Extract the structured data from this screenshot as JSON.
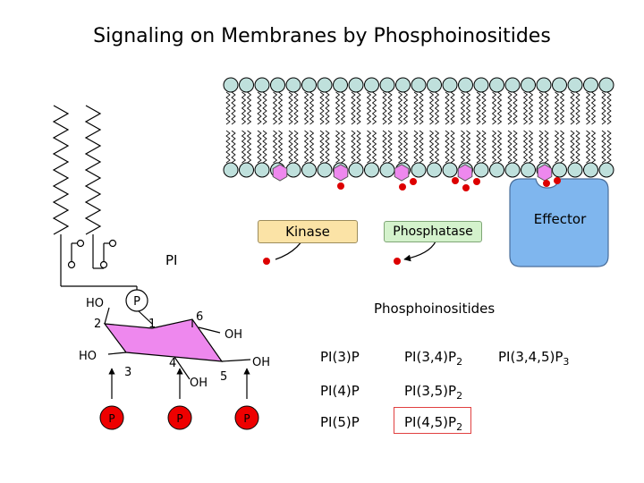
{
  "title": "Signaling on Membranes by Phosphoinositides",
  "pi_label": "PI",
  "enzymes": {
    "kinase": "Kinase",
    "phosphatase": "Phosphatase",
    "effector": "Effector"
  },
  "structure": {
    "phosphate": "P",
    "ho_top": "HO",
    "ho_left": "HO",
    "oh_right": "OH",
    "oh_bottom": "OH",
    "oh_far_right": "OH",
    "carbon_numbers": [
      "1",
      "2",
      "3",
      "4",
      "5",
      "6"
    ]
  },
  "list_heading": "Phosphoinositides",
  "phosphoinositides": [
    {
      "base": "PI(3)P",
      "sub": ""
    },
    {
      "base": "PI(3,4)P",
      "sub": "2"
    },
    {
      "base": "PI(3,4,5)P",
      "sub": "3"
    },
    {
      "base": "PI(4)P",
      "sub": ""
    },
    {
      "base": "PI(3,5)P",
      "sub": "2"
    },
    {
      "base": "PI(5)P",
      "sub": ""
    },
    {
      "base": "PI(4,5)P",
      "sub": "2"
    }
  ],
  "colors": {
    "lipid_head": "#bfe0dc",
    "inositol": "#ee88ee",
    "phosphate_red": "#dd0000",
    "kinase_fill": "#fbe3a6",
    "phosphatase_fill": "#d4f2cc",
    "effector_fill": "#7fb6ee",
    "highlight_border": "#e04040"
  }
}
